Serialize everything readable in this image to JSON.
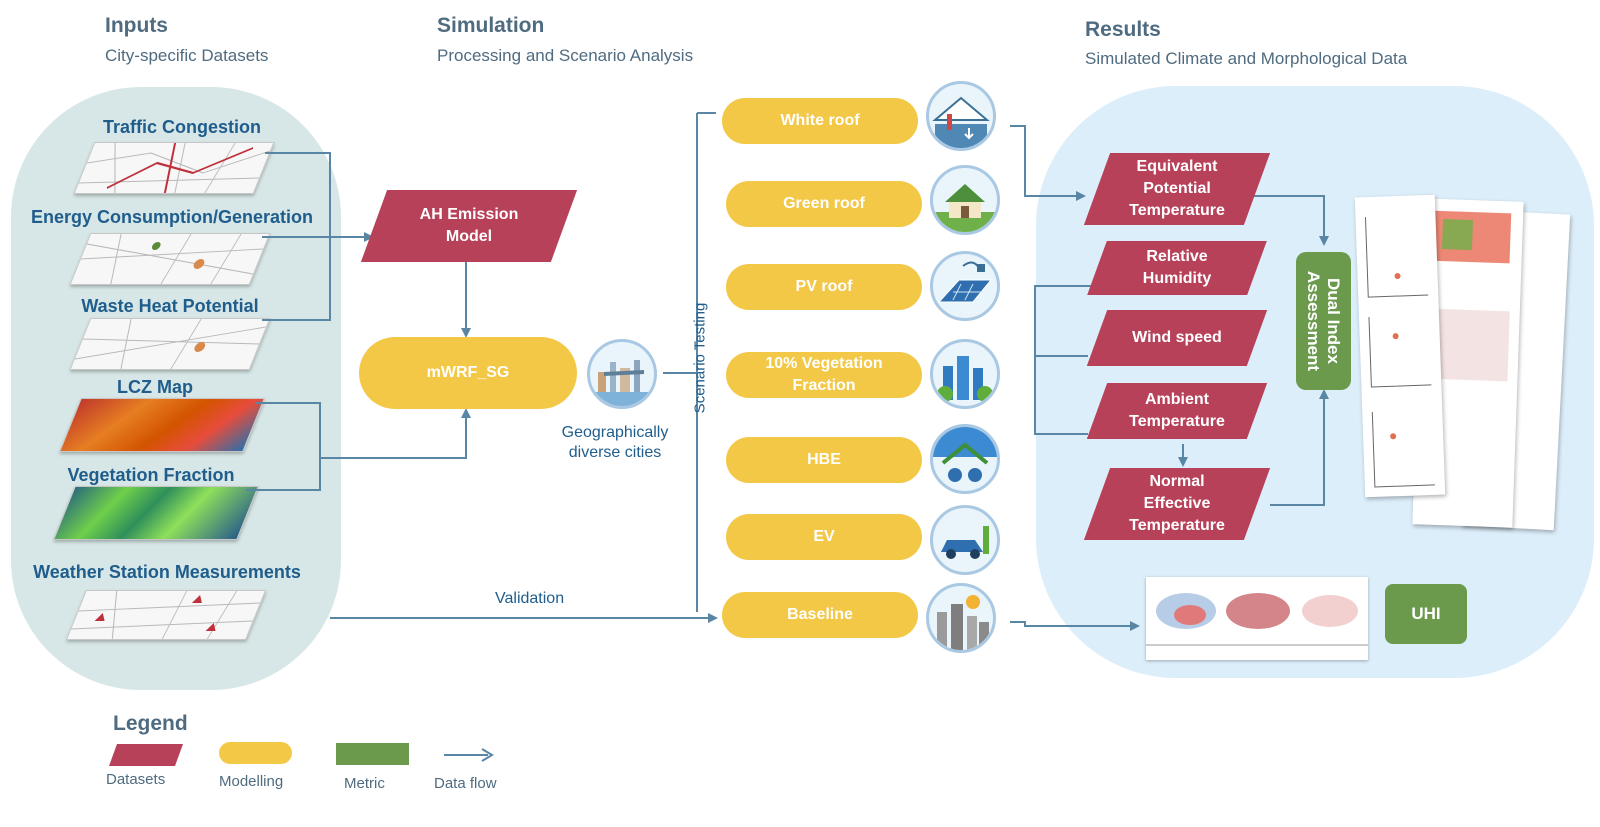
{
  "sections": {
    "inputs": {
      "title": "Inputs",
      "subtitle": "City-specific Datasets"
    },
    "simulation": {
      "title": "Simulation",
      "subtitle": "Processing and Scenario Analysis"
    },
    "results": {
      "title": "Results",
      "subtitle": "Simulated Climate and Morphological Data"
    }
  },
  "inputs": [
    "Traffic Congestion",
    "Energy Consumption/Generation",
    "Waste Heat Potential",
    "LCZ Map",
    "Vegetation Fraction",
    "Weather Station Measurements"
  ],
  "simulation": {
    "ah_model": "AH Emission Model",
    "mwrf": "mWRF_SG",
    "cities_label": "Geographically diverse cities",
    "scenario_testing": "Scenario Testing",
    "validation": "Validation"
  },
  "scenarios": [
    "White roof",
    "Green roof",
    "PV roof",
    "10% Vegetation Fraction",
    "HBE",
    "EV",
    "Baseline"
  ],
  "scenario_icons": [
    "white-roof-icon",
    "green-roof-icon",
    "pv-roof-icon",
    "vegetation-city-icon",
    "hbe-icon",
    "ev-icon",
    "baseline-city-icon"
  ],
  "results": {
    "variables": [
      "Equivalent Potential Temperature",
      "Relative Humidity",
      "Wind speed",
      "Ambient Temperature",
      "Normal Effective Temperature"
    ],
    "dual_index": "Dual Index Assessment",
    "uhi": "UHI"
  },
  "legend": {
    "title": "Legend",
    "datasets": "Datasets",
    "modelling": "Modelling",
    "metric": "Metric",
    "data_flow": "Data flow"
  },
  "colors": {
    "dataset": "#b8415a",
    "modelling": "#f2c846",
    "metric": "#6b9a4c",
    "flow": "#5a86a6",
    "input_panel": "#d7e6e6",
    "results_panel": "#dceefa"
  }
}
